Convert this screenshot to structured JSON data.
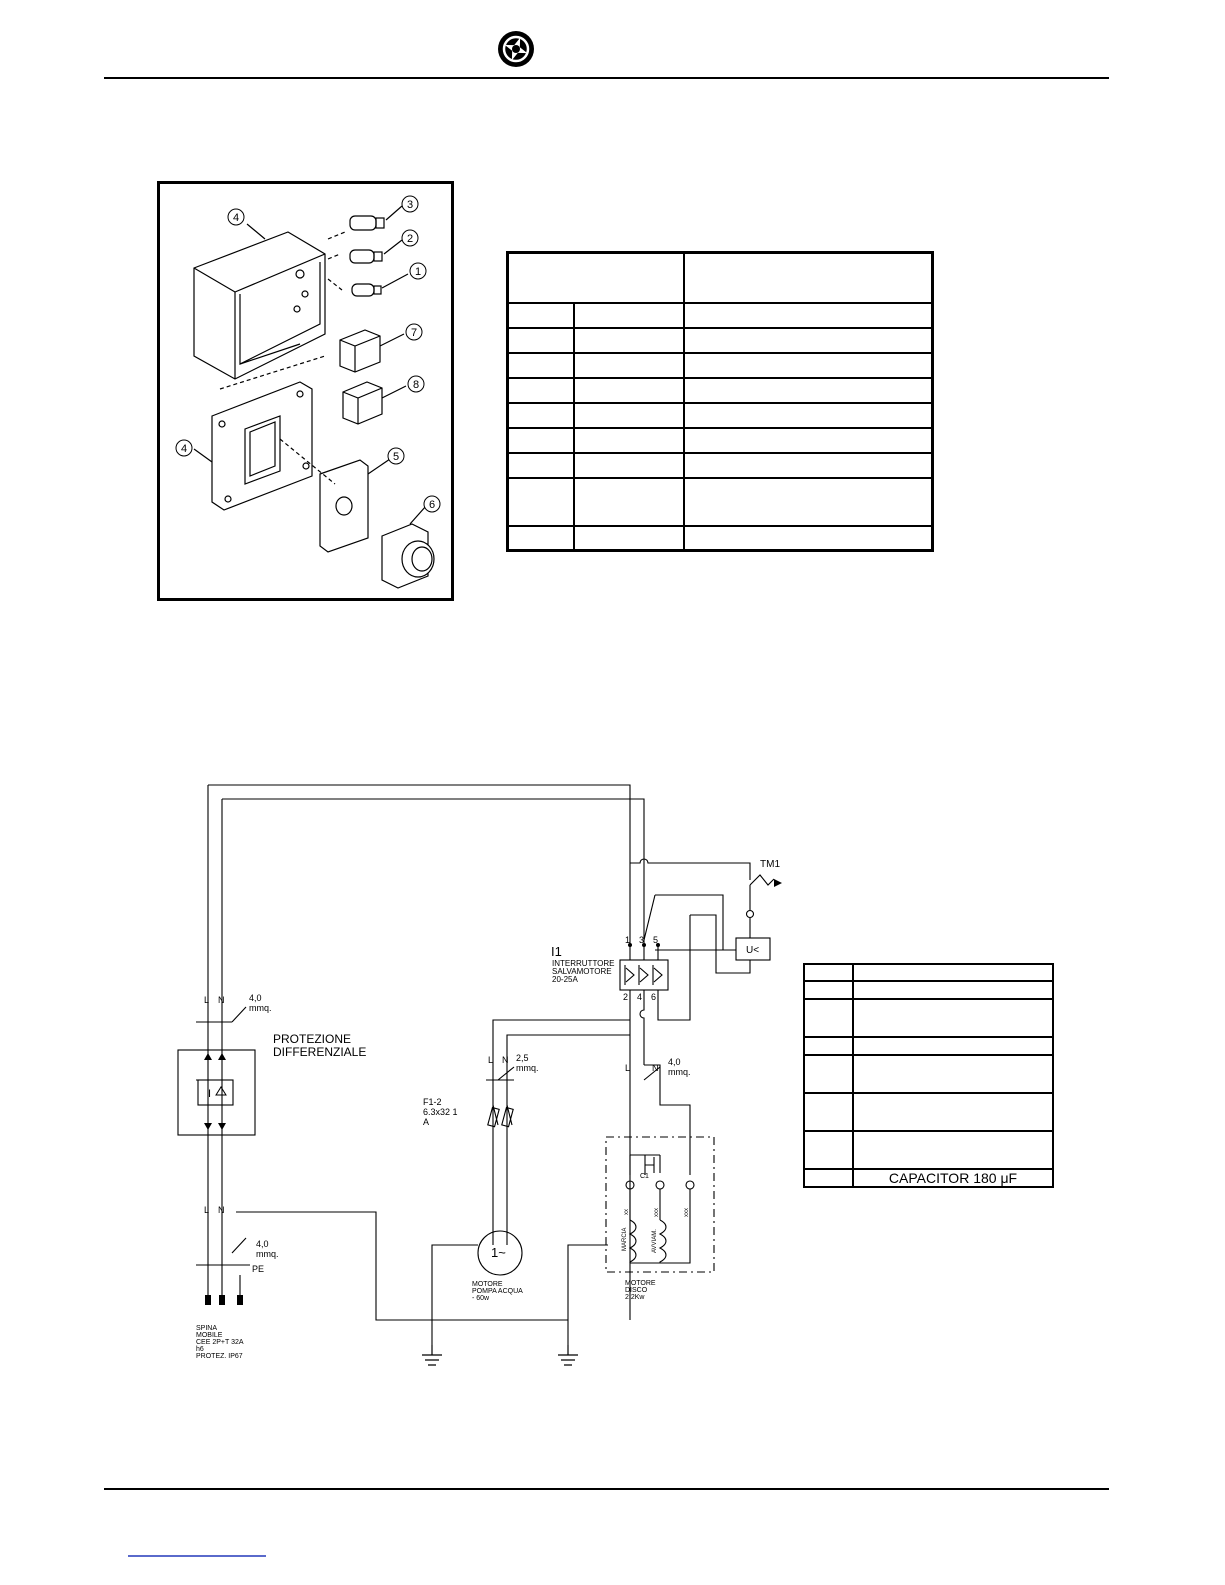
{
  "colors": {
    "line": "#000000",
    "link": "#5a6acb"
  },
  "icons": [
    "brand-logo-icon",
    "ground-icon",
    "motor-icon",
    "coil-icon",
    "fuse-icon",
    "capacitor-icon"
  ],
  "exploded_view": {
    "callouts": [
      "1",
      "2",
      "3",
      "4",
      "4",
      "5",
      "6",
      "7",
      "8"
    ]
  },
  "parts_table": {
    "rows": 9
  },
  "schematic": {
    "protezione_line1": "PROTEZIONE",
    "protezione_line2": "DIFFERENZIALE",
    "rcd_symbol": "I",
    "spina": [
      "SPINA",
      "MOBILE",
      "CEE 2P+T 32A",
      "h6",
      "PROTEZ. IP67"
    ],
    "wire_L": "L",
    "wire_N": "N",
    "pe": "PE",
    "section_40_a": "4,0",
    "section_40_b": "mmq.",
    "section_25_a": "2,5",
    "section_25_b": "mmq.",
    "fuse": [
      "F1-2",
      "6.3x32  1",
      "A"
    ],
    "motor_pump": [
      "MOTORE",
      "POMPA ACQUA",
      "- 60w"
    ],
    "motor_pump_symbol": "1~",
    "motor_disc": [
      "MOTORE",
      "DISCO",
      "2,2Kw"
    ],
    "switch_id": "I1",
    "switch": [
      "INTERRUTTORE",
      "SALVAMOTORE",
      "20-25A"
    ],
    "switch_terminals_top": [
      "1",
      "3",
      "5"
    ],
    "switch_terminals_bottom": [
      "2",
      "4",
      "6"
    ],
    "tm1": "TM1",
    "undervoltage": "U<",
    "capacitor": "C1",
    "winding_main": "MARCIA",
    "winding_aux": "AVVIAM.",
    "winding_tags": [
      "xx",
      "xxx",
      "xxx"
    ]
  },
  "legend_table": {
    "last_row": "CAPACITOR 180 μF"
  }
}
